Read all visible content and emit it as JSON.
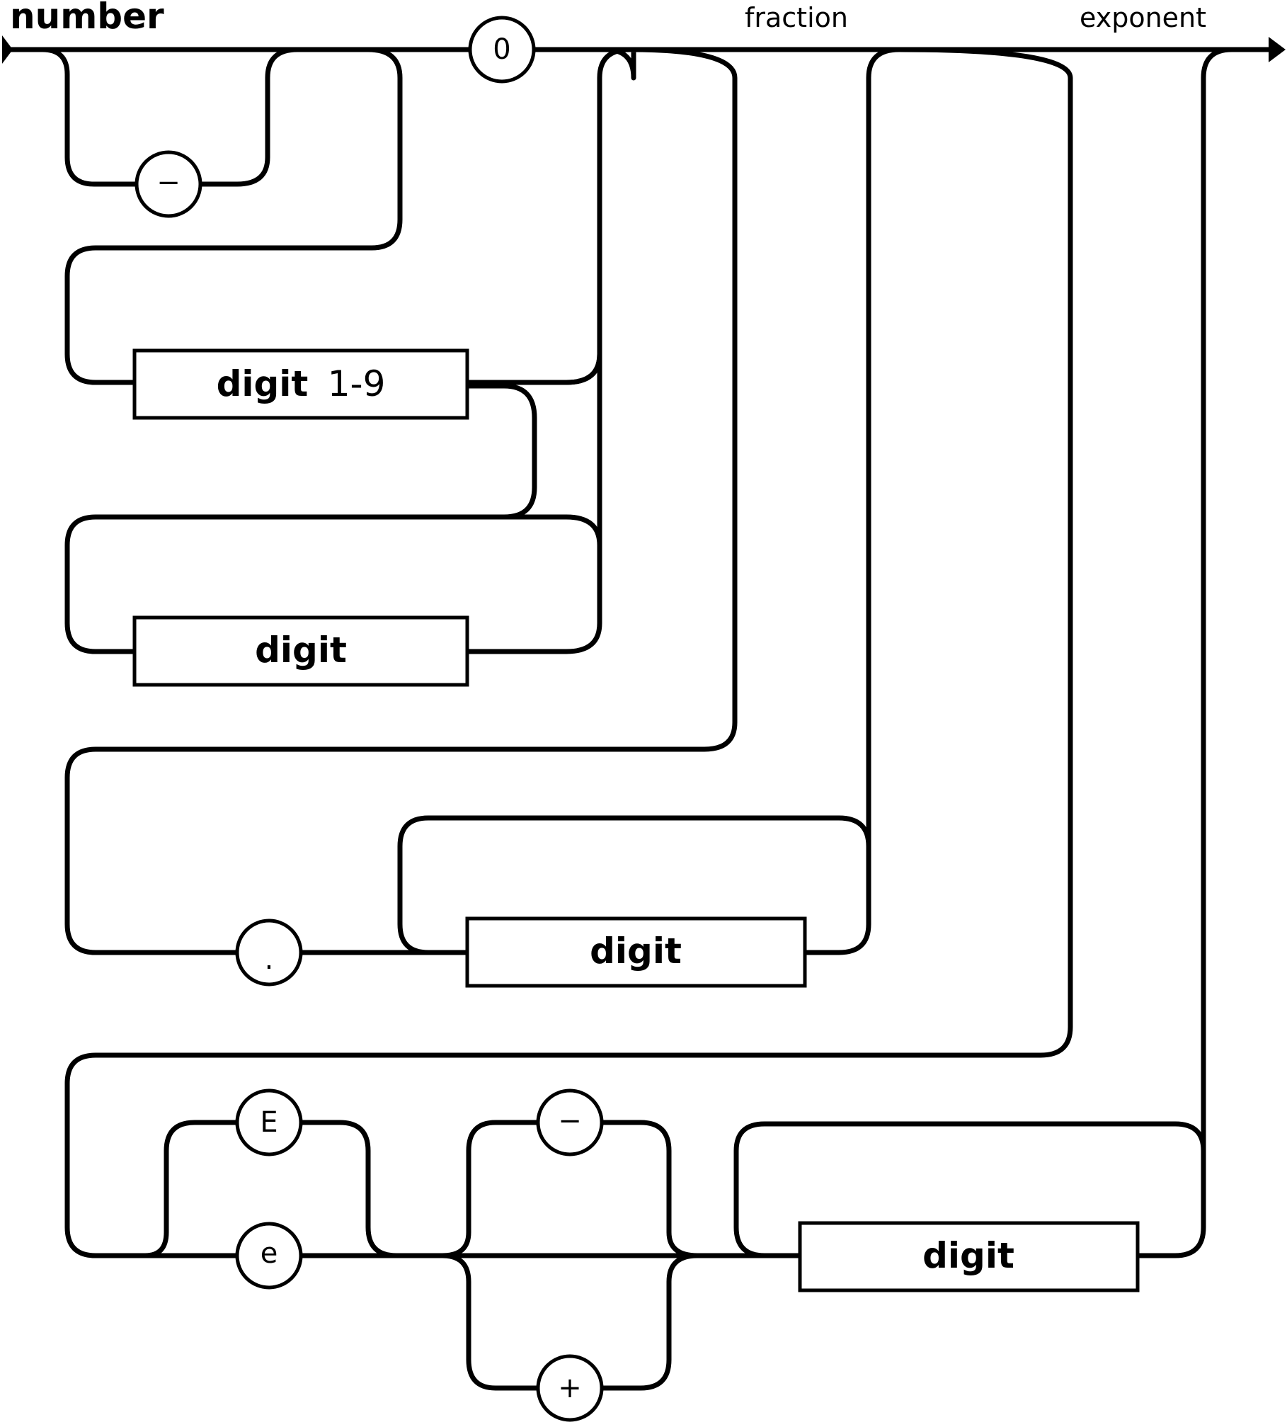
{
  "diagram": {
    "title": "number",
    "section_labels": {
      "fraction": "fraction",
      "exponent": "exponent"
    },
    "terminals": {
      "minus_sign": "−",
      "zero": "0",
      "decimal_point": ".",
      "E_upper": "E",
      "e_lower": "e",
      "exp_minus": "−",
      "exp_plus": "+"
    },
    "nonterminals": {
      "digit_1_9_bold": "digit",
      "digit_1_9_range": "1-9",
      "int_digit": "digit",
      "frac_digit": "digit",
      "exp_digit": "digit"
    }
  }
}
